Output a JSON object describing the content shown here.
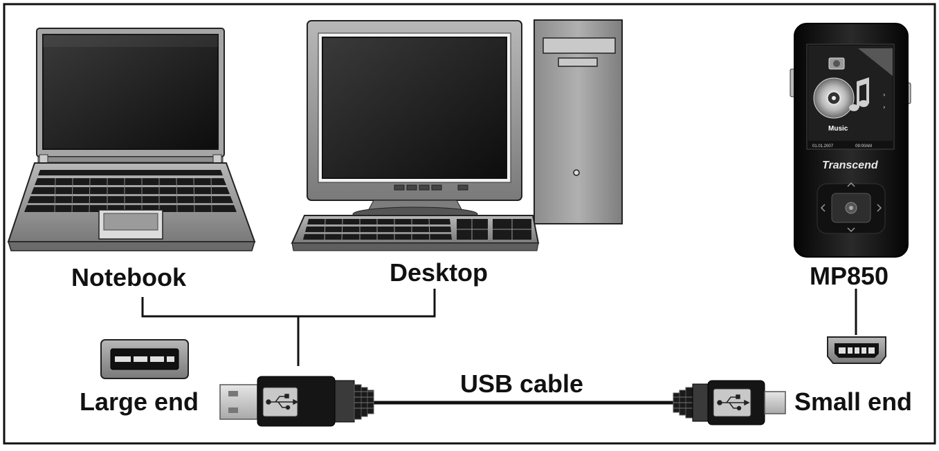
{
  "labels": {
    "notebook": "Notebook",
    "desktop": "Desktop",
    "mp850": "MP850",
    "usb_cable": "USB cable",
    "large_end": "Large end",
    "small_end": "Small end"
  },
  "player": {
    "brand": "Transcend",
    "screen_title": "Music",
    "screen_date": "01.01.2007",
    "screen_time": "09:00AM"
  },
  "colors": {
    "frame": "#111111",
    "connector_line": "#111111",
    "device_body": "#1a1a1a",
    "device_gray": "#8a8a8a"
  }
}
